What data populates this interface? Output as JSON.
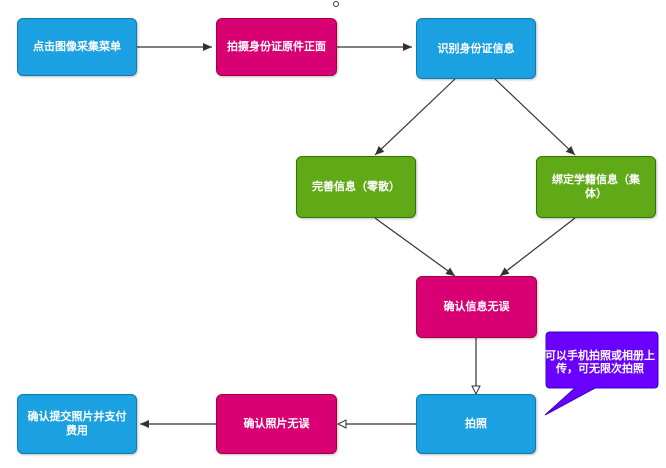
{
  "colors": {
    "process_blue": "#1ba1e2",
    "photo_pink": "#d80073",
    "step_green": "#60a917",
    "callout_purple": "#6a00ff",
    "edge": "#333333"
  },
  "nodes": {
    "click_menu": "点击图像采集菜单",
    "shoot_id_front": "拍摄身份证原件正面",
    "recognize_id": "识别身份证信息",
    "complete_info": "完善信息（零散）",
    "bind_enrollment": "绑定学籍信息（集体）",
    "confirm_info": "确认信息无误",
    "take_photo": "拍照",
    "confirm_photo": "确认照片无误",
    "confirm_submit_pay": "确认提交照片并支付费用"
  },
  "callout": {
    "text": "可以手机拍照或相册上传，可无限次拍照"
  }
}
